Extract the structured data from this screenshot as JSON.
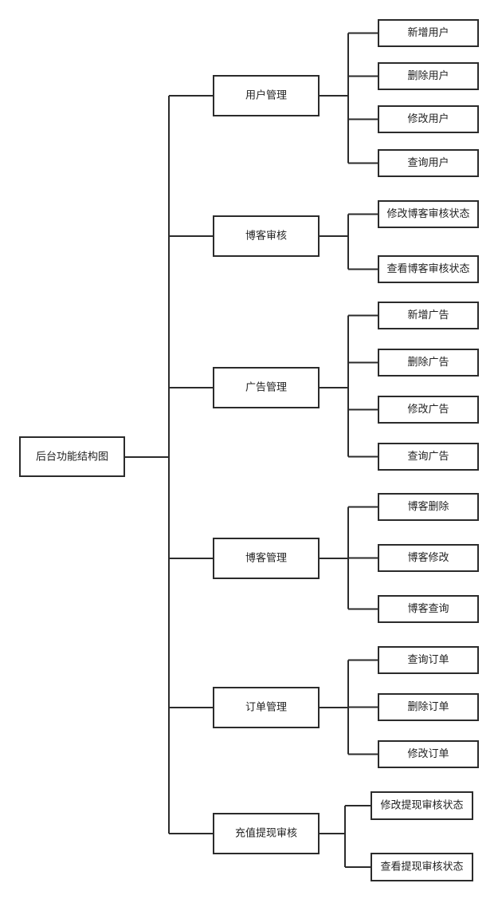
{
  "diagram": {
    "root": "后台功能结构图",
    "modules": [
      {
        "label": "用户管理",
        "children": [
          "新增用户",
          "删除用户",
          "修改用户",
          "查询用户"
        ]
      },
      {
        "label": "博客审核",
        "children": [
          "修改博客审核状态",
          "查看博客审核状态"
        ]
      },
      {
        "label": "广告管理",
        "children": [
          "新增广告",
          "删除广告",
          "修改广告",
          "查询广告"
        ]
      },
      {
        "label": "博客管理",
        "children": [
          "博客删除",
          "博客修改",
          "博客查询"
        ]
      },
      {
        "label": "订单管理",
        "children": [
          "查询订单",
          "删除订单",
          "修改订单"
        ]
      },
      {
        "label": "充值提现审核",
        "children": [
          "修改提现审核状态",
          "查看提现审核状态"
        ]
      }
    ]
  },
  "colors": {
    "stroke": "#2b2b2b",
    "fill": "#ffffff",
    "text": "#222222"
  }
}
